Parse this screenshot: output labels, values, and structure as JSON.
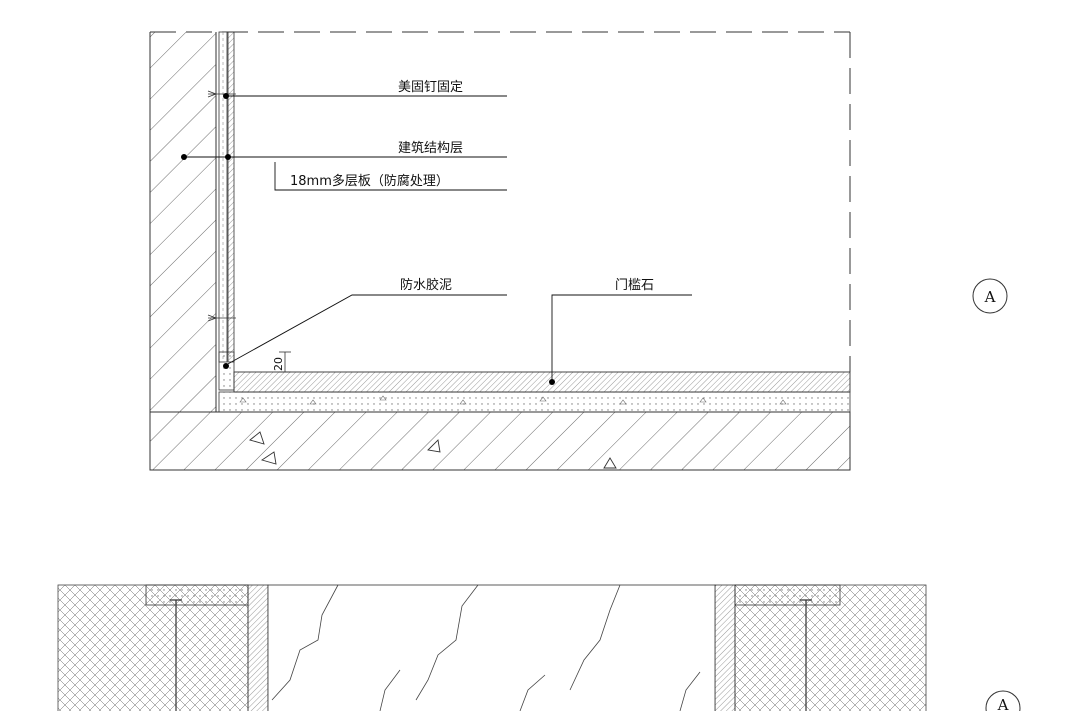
{
  "detail_top": {
    "labels": {
      "fixing": "美固钉固定",
      "structure": "建筑结构层",
      "plywood": "18mm多层板（防腐处理）",
      "sealant": "防水胶泥",
      "threshold": "门槛石"
    },
    "dimension": "20",
    "callout": "A"
  },
  "detail_bottom": {
    "callout": "A"
  }
}
